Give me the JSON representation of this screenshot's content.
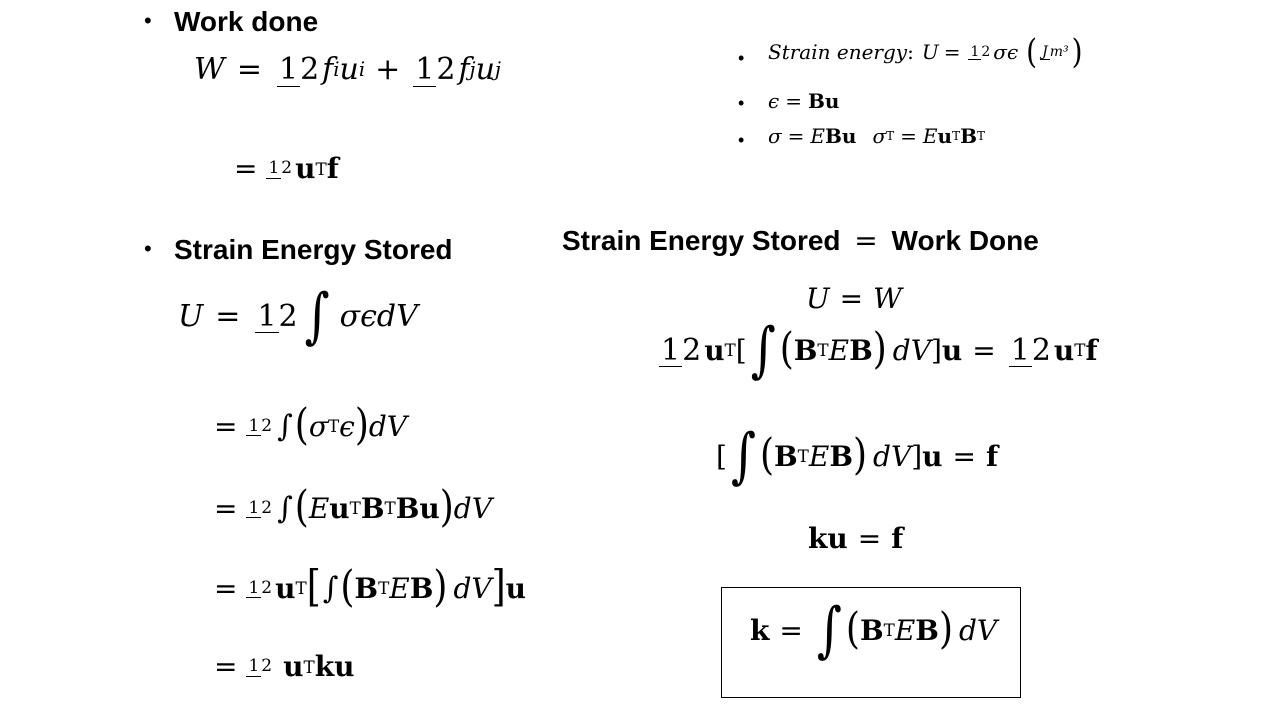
{
  "left": {
    "work_done": {
      "heading": "Work done",
      "eq1": {
        "lhs": "W",
        "eq": "=",
        "half": {
          "num": "1",
          "den": "2"
        },
        "f_i": "f",
        "sub_i": "i",
        "u_i": "u",
        "plus": "+",
        "f_j": "f",
        "sub_j": "j",
        "u_j": "u"
      },
      "eq2": {
        "eq": "=",
        "half": {
          "num": "1",
          "den": "2"
        },
        "u": "u",
        "T": "T",
        "f": "f"
      }
    },
    "strain_energy": {
      "heading": "Strain Energy Stored",
      "eq1": {
        "lhs": "U",
        "eq": "=",
        "half": {
          "num": "1",
          "den": "2"
        },
        "integral": "∫",
        "integrand": "σϵdV"
      },
      "eq2": {
        "eq": "=",
        "half": {
          "num": "1",
          "den": "2"
        },
        "integral": "∫",
        "lp": "(",
        "sigma": "σ",
        "T": "T",
        "eps": "ϵ",
        "rp": ")",
        "dV": "dV"
      },
      "eq3": {
        "eq": "=",
        "half": {
          "num": "1",
          "den": "2"
        },
        "integral": "∫",
        "lp": "(",
        "E": "E",
        "u": "u",
        "T1": "T",
        "B": "B",
        "T2": "T",
        "Bu": "Bu",
        "rp": ")",
        "dV": "dV"
      },
      "eq4": {
        "eq": "=",
        "half": {
          "num": "1",
          "den": "2"
        },
        "u": "u",
        "T": "T",
        "lb": "[",
        "integral": "∫",
        "lp": "(",
        "B": "B",
        "T2": "T",
        "E": "E",
        "B2": "B",
        "rp": ")",
        "dV": "dV",
        "rb": "]",
        "u2": "u"
      },
      "eq5": {
        "eq": "=",
        "half": {
          "num": "1",
          "den": "2"
        },
        "u": "u",
        "T": "T",
        "ku": "ku"
      }
    }
  },
  "right": {
    "bullets": {
      "b1": {
        "label": "Strain energy",
        "colon": ":",
        "U": "U",
        "eq": "=",
        "half": {
          "num": "1",
          "den": "2"
        },
        "sigma_eps": "σϵ",
        "lp": "(",
        "units": {
          "num": "J",
          "den": "m³"
        },
        "rp": ")"
      },
      "b2": {
        "eps": "ϵ",
        "eq": "=",
        "Bu": "Bu"
      },
      "b3": {
        "sigma": "σ",
        "eq": "=",
        "E": "E",
        "Bu": "Bu",
        "sigma2": "σ",
        "T": "T",
        "eq2": "=",
        "E2": "E",
        "u": "u",
        "T2": "T",
        "B": "B",
        "T3": "T"
      }
    },
    "heading": {
      "left": "Strain Energy Stored",
      "eq": "=",
      "right": "Work Done"
    },
    "eq1": {
      "U": "U",
      "eq": "=",
      "W": "W"
    },
    "eq2": {
      "half": {
        "num": "1",
        "den": "2"
      },
      "u": "u",
      "T": "T",
      "lb": "[",
      "integral": "∫",
      "lp": "(",
      "B": "B",
      "T2": "T",
      "E": "E",
      "B2": "B",
      "rp": ")",
      "dV": "dV",
      "rb": "]",
      "u2": "u",
      "eq": "=",
      "half2": {
        "num": "1",
        "den": "2"
      },
      "u3": "u",
      "T3": "T",
      "f": "f"
    },
    "eq3": {
      "lb": "[",
      "integral": "∫",
      "lp": "(",
      "B": "B",
      "T": "T",
      "E": "E",
      "B2": "B",
      "rp": ")",
      "dV": "dV",
      "rb": "]",
      "u": "u",
      "eq": "=",
      "f": "f"
    },
    "eq4": {
      "ku": "ku",
      "eq": "=",
      "f": "f"
    },
    "boxed": {
      "k": "k",
      "eq": "=",
      "integral": "∫",
      "lp": "(",
      "B": "B",
      "T": "T",
      "E": "E",
      "B2": "B",
      "rp": ")",
      "dV": "dV"
    }
  }
}
